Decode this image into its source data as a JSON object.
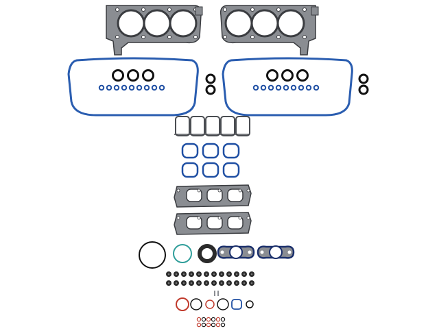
{
  "colors": {
    "background": "#ffffff",
    "steel": "#8a8d92",
    "steel_dark": "#3a3c40",
    "graphite": "#4a4d52",
    "blue_seal": "#2a5db0",
    "blue_ring": "#1f4fa3",
    "navy_ring": "#1a2f6b",
    "black_ring": "#111111",
    "teal_ring": "#2f9e9a",
    "red_ring": "#c0392b",
    "cap_dark": "#2b2b2b"
  },
  "icons": {
    "head_gasket": "cylinder-head-gasket-icon",
    "valve_cover": "valve-cover-gasket-icon",
    "intake": "intake-manifold-gasket-icon",
    "exhaust": "exhaust-manifold-gasket-icon",
    "oring": "o-ring-icon",
    "valve_seal": "valve-stem-seal-icon",
    "flange": "exhaust-flange-gasket-icon"
  },
  "kit": {
    "head_gasket_count": 2,
    "valve_cover_gasket_count": 2,
    "intake_gasket_bores": 6,
    "exhaust_gasket_count": 2,
    "flange_gasket_count": 2,
    "valve_stem_seal_count": 24,
    "spark_tube_seal_count": 16
  }
}
